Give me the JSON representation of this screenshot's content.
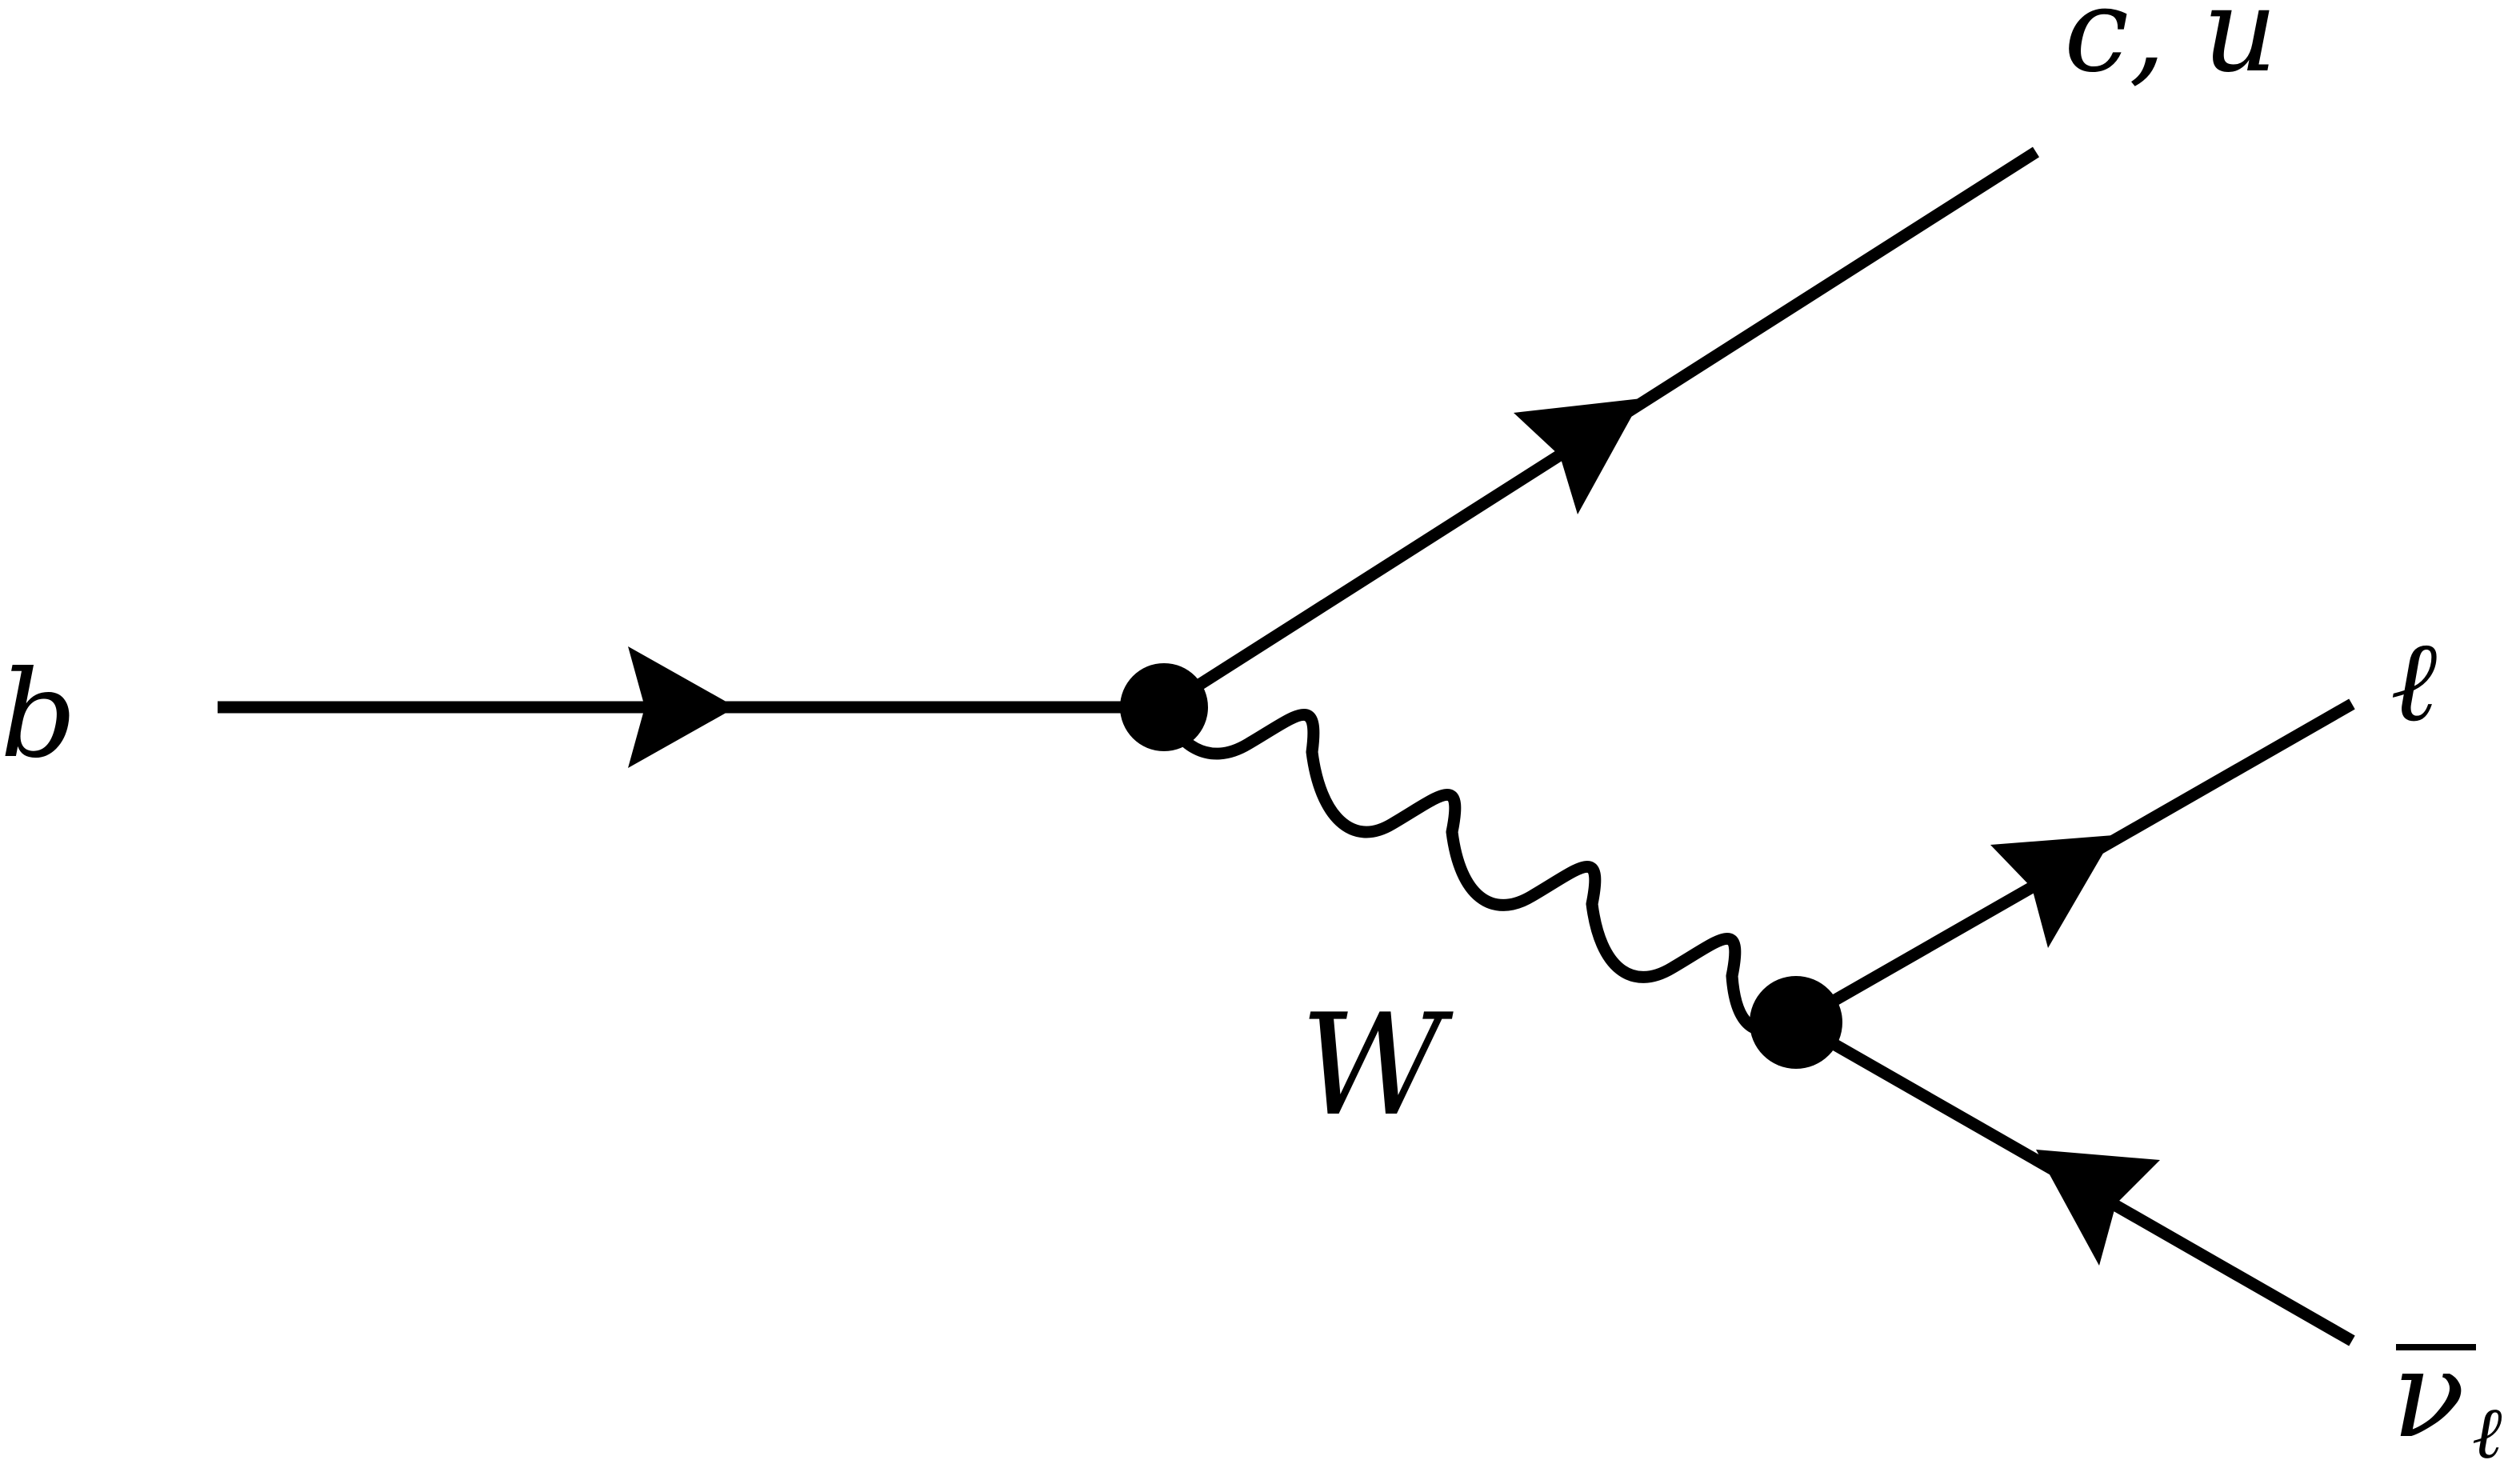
{
  "diagram": {
    "type": "feynman-diagram",
    "color": "#000000",
    "labels": {
      "incoming_quark": "b",
      "outgoing_quark": "c, u",
      "boson": "W",
      "lepton": "ℓ",
      "antineutrino": "ν",
      "antineutrino_subscript": "ℓ"
    },
    "icons": {
      "vertex": "filled-circle",
      "arrow": "filled-arrowhead",
      "boson_line": "wavy-line"
    }
  }
}
